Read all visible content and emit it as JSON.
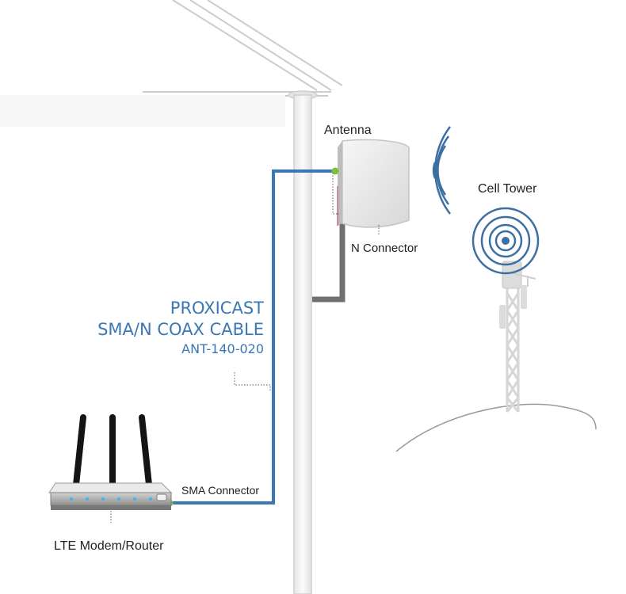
{
  "labels": {
    "antenna": "Antenna",
    "cell_tower": "Cell Tower",
    "n_connector": "N Connector",
    "cable_brand": "PROXICAST",
    "cable_name": "SMA/N COAX CABLE",
    "cable_part": "ANT-140-020",
    "sma_connector": "SMA Connector",
    "router": "LTE Modem/Router"
  },
  "colors": {
    "cable": "#3a78b5",
    "connector": "#7dc23b",
    "pole": "#f3f3f3",
    "pole_outline": "#cfcfcf",
    "roof": "#c9c9c9",
    "signal_waves": "#3d6fa3",
    "tower": "#d9d9d9",
    "hill": "#9a9a9a",
    "router_body": "#9d9d9d",
    "status_leds": "#4ab0e8"
  },
  "icons": [
    "antenna-icon",
    "cell-tower-icon",
    "router-icon",
    "signal-waves-icon"
  ]
}
